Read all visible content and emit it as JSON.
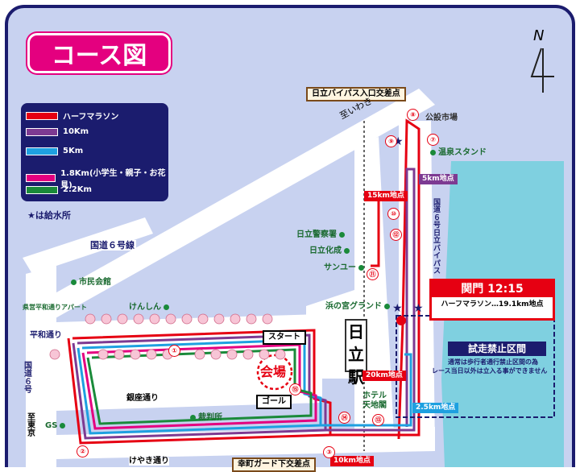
{
  "title": "コース図",
  "north": "N",
  "legend": {
    "items": [
      {
        "label": "ハーフマラソン",
        "color": "#e60012"
      },
      {
        "label": "10Km",
        "color": "#7d3a92"
      },
      {
        "label": "5Km",
        "color": "#1ea0e0"
      },
      {
        "label": "1.8Km(小学生・親子・お花見)",
        "color": "#e4007f"
      },
      {
        "label": "2.2Km",
        "color": "#1a8a3a"
      }
    ],
    "water_note": "★は給水所"
  },
  "roads": {
    "route6_line": "国道６号線",
    "route6": "国道６号",
    "bypass": "国道６号日立バイパス",
    "ginza": "銀座通り",
    "keyaki": "けやき通り",
    "heiwa": "平和通り",
    "to_iwaki": "至いわき",
    "to_tokyo": "至東京",
    "bypass_entrance": "日立バイパス入口交差点",
    "bottom_intersection": "幸町ガード下交差点"
  },
  "places": {
    "market": "公設市場",
    "onsen": "温泉スタンド",
    "police": "日立警察署",
    "kasei": "日立化成",
    "sanyu": "サンユー",
    "hamanomiya": "浜の宮グランド",
    "shimin": "市民会館",
    "kenshin": "けんしん",
    "apartment": "県営平和通りアパート",
    "saibansho": "裁判所",
    "gs": "GS",
    "hotel": "ホテル天地閣",
    "station": "日立駅",
    "venue": "会場"
  },
  "markers": {
    "start": "スタート",
    "goal": "ゴール",
    "cutoff_label": "関門",
    "cutoff_time": "12:15",
    "cutoff_note": "ハーフマラソン…19.1km地点",
    "km5": "5km地点",
    "km15": "15km地点",
    "km20": "20km地点",
    "km25": "2.5km地点",
    "km10": "10km地点"
  },
  "notice": {
    "title": "試走禁止区間",
    "line1": "通常は歩行者通行禁止区間の為",
    "line2": "レース当日以外は立入る事ができません"
  },
  "numbers": [
    "①",
    "②",
    "③",
    "⑦",
    "⑧",
    "⑨",
    "⑩",
    "⑪",
    "⑫",
    "⑬",
    "⑭",
    "⑮"
  ]
}
